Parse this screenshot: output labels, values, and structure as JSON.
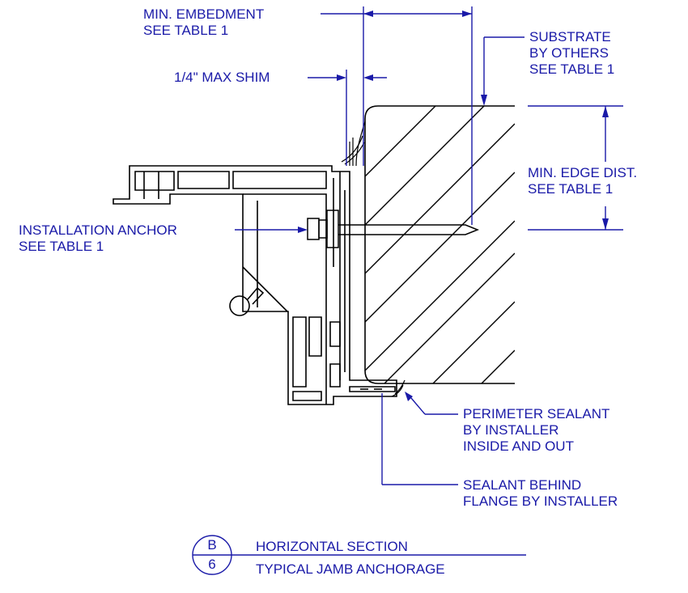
{
  "labels": {
    "min_embedment": [
      "MIN. EMBEDMENT",
      "SEE TABLE 1"
    ],
    "max_shim": "1/4\"  MAX SHIM",
    "substrate": [
      "SUBSTRATE",
      "BY OTHERS",
      "SEE TABLE 1"
    ],
    "min_edge_dist": [
      "MIN. EDGE DIST.",
      "SEE TABLE 1"
    ],
    "installation_anchor": [
      "INSTALLATION ANCHOR",
      "SEE TABLE 1"
    ],
    "perimeter_sealant": [
      "PERIMETER SEALANT",
      "BY INSTALLER",
      "INSIDE AND OUT"
    ],
    "sealant_behind_flange": [
      "SEALANT BEHIND",
      "FLANGE BY INSTALLER"
    ]
  },
  "title_block": {
    "detail_letter": "B",
    "sheet_number": "6",
    "title": "HORIZONTAL SECTION",
    "subtitle": "TYPICAL JAMB ANCHORAGE"
  },
  "colors": {
    "annotation": "#1a1aa8",
    "linework": "#000000"
  }
}
